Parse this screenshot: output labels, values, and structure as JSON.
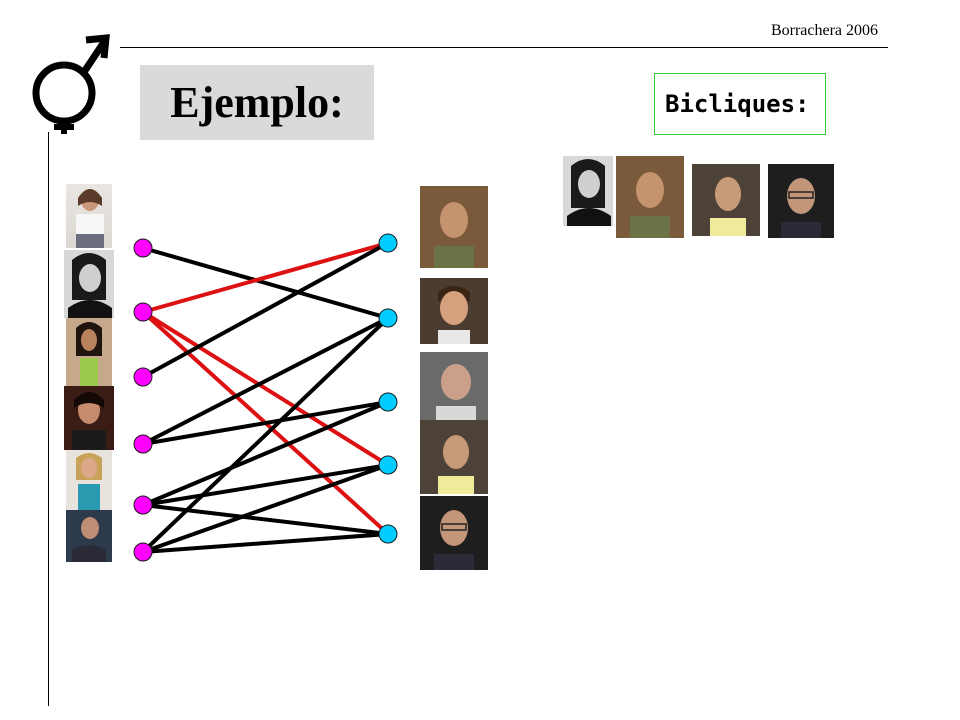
{
  "header": {
    "text": "Borrachera 2006"
  },
  "title": {
    "text": "Ejemplo:"
  },
  "biclique": {
    "label": "Bicliques:"
  },
  "colors": {
    "left_node": "#ff00ff",
    "right_node": "#00ccff",
    "edge_normal": "#000000",
    "edge_highlight": "#dd1111",
    "title_bg": "#dadada",
    "biclique_border": "#33cc33"
  },
  "graph": {
    "left_nodes": [
      "L1",
      "L2",
      "L3",
      "L4",
      "L5",
      "L6"
    ],
    "right_nodes": [
      "R1",
      "R2",
      "R3",
      "R4",
      "R5"
    ],
    "edges": [
      {
        "from": "L1",
        "to": "R2",
        "highlight": false
      },
      {
        "from": "L2",
        "to": "R1",
        "highlight": true
      },
      {
        "from": "L2",
        "to": "R4",
        "highlight": true
      },
      {
        "from": "L2",
        "to": "R5",
        "highlight": true
      },
      {
        "from": "L3",
        "to": "R1",
        "highlight": false
      },
      {
        "from": "L4",
        "to": "R2",
        "highlight": false
      },
      {
        "from": "L4",
        "to": "R3",
        "highlight": false
      },
      {
        "from": "L5",
        "to": "R3",
        "highlight": false
      },
      {
        "from": "L5",
        "to": "R4",
        "highlight": false
      },
      {
        "from": "L5",
        "to": "R5",
        "highlight": false
      },
      {
        "from": "L6",
        "to": "R2",
        "highlight": false
      },
      {
        "from": "L6",
        "to": "R4",
        "highlight": false
      },
      {
        "from": "L6",
        "to": "R5",
        "highlight": false
      }
    ]
  }
}
